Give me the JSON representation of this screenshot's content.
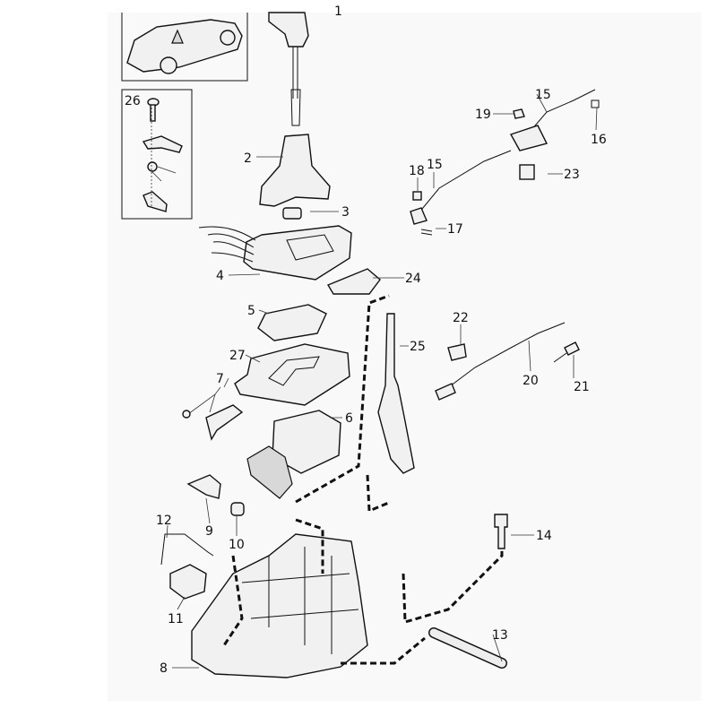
{
  "diagram": {
    "title": "Gear selector assembly exploded view",
    "labels": {
      "p1": "1",
      "p2": "2",
      "p3": "3",
      "p4": "4",
      "p5": "5",
      "p6": "6",
      "p7": "7",
      "p8": "8",
      "p9": "9",
      "p10": "10",
      "p11": "11",
      "p12": "12",
      "p13": "13",
      "p14": "14",
      "p15a": "15",
      "p15b": "15",
      "p16": "16",
      "p17": "17",
      "p18": "18",
      "p19": "19",
      "p20": "20",
      "p21": "21",
      "p22": "22",
      "p23": "23",
      "p24": "24",
      "p25": "25",
      "p26": "26",
      "p27": "27"
    },
    "colors": {
      "background": "#f8f9f8",
      "line": "#111111",
      "part_fill": "#f1f1f1"
    }
  }
}
